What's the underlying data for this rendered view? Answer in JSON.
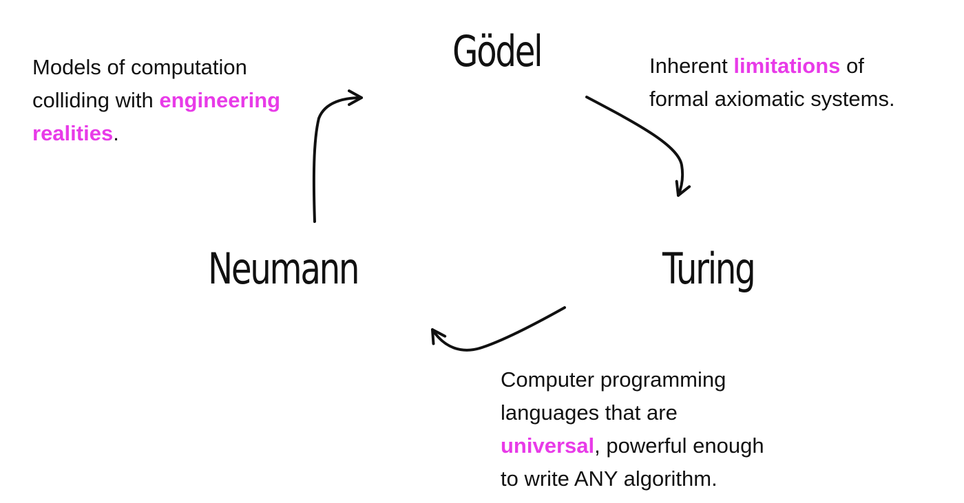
{
  "nodes": {
    "godel": "Gödel",
    "turing": "Turing",
    "neumann": "Neumann"
  },
  "notes": {
    "neumann": {
      "line1": "Models of computation",
      "line2_prefix": "colliding with ",
      "line2_highlight": "engineering",
      "line3_highlight": "realities",
      "line3_suffix": "."
    },
    "godel": {
      "line1_prefix": "Inherent ",
      "line1_highlight": "limitations",
      "line1_suffix": " of",
      "line2": "formal axiomatic systems."
    },
    "turing": {
      "line1": "Computer programming",
      "line2": "languages that are",
      "line3_highlight": "universal",
      "line3_suffix": ", powerful enough",
      "line4": "to write ANY algorithm."
    }
  },
  "colors": {
    "text": "#111111",
    "highlight": "#e83be8",
    "arrow": "#111111",
    "background": "#ffffff"
  }
}
